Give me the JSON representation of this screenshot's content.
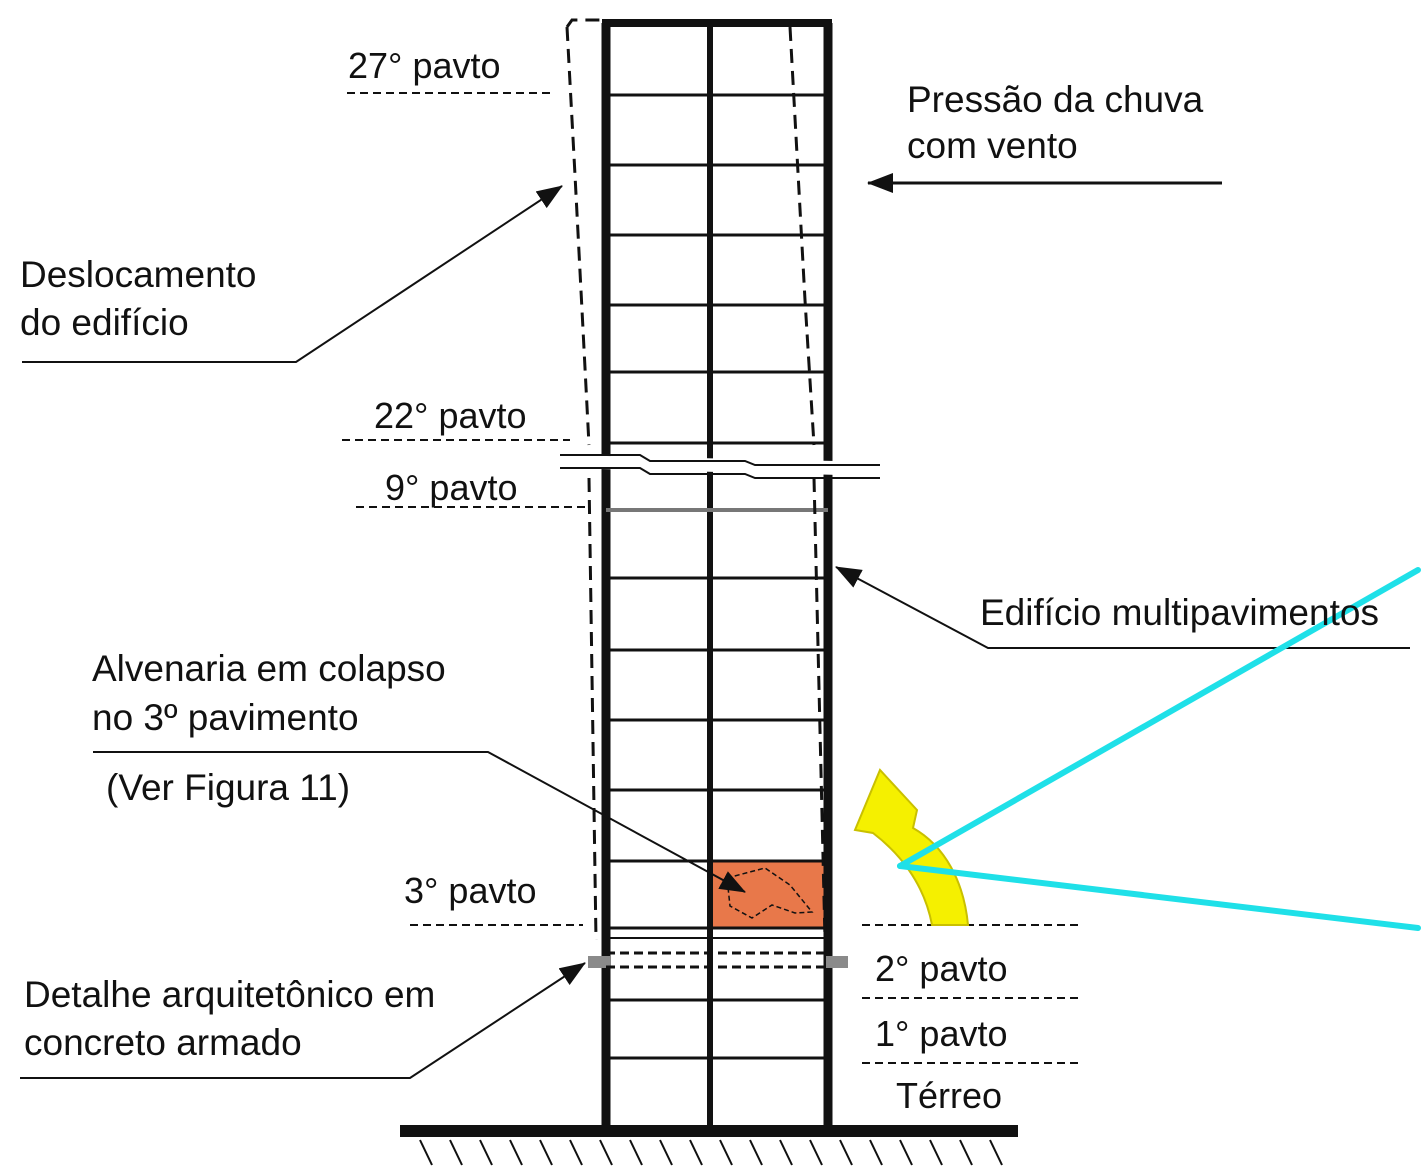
{
  "labels": {
    "floor_27": "27° pavto",
    "floor_22": "22° pavto",
    "floor_9": "9° pavto",
    "floor_3": "3° pavto",
    "floor_2": "2° pavto",
    "floor_1": "1° pavto",
    "ground": "Térreo",
    "rain_pressure_line1": "Pressão da chuva",
    "rain_pressure_line2": "com vento",
    "displacement_line1": "Deslocamento",
    "displacement_line2": "do edifício",
    "building": "Edifício multipavimentos",
    "masonry_line1": "Alvenaria em colapso",
    "masonry_line2": "no 3º pavimento",
    "figure_ref": "(Ver Figura 11)",
    "detail_line1": "Detalhe arquitetônico em",
    "detail_line2": "concreto armado"
  },
  "colors": {
    "structure": "#111111",
    "collapsed_masonry": "#e8784a",
    "rotation_arrow": "#f5f000",
    "pointer_lines": "#1fe0e8",
    "concrete_detail": "#8a8a8a"
  },
  "icons": {
    "rotation": "curved-up-arrow-icon",
    "wind": "left-arrow-icon"
  }
}
